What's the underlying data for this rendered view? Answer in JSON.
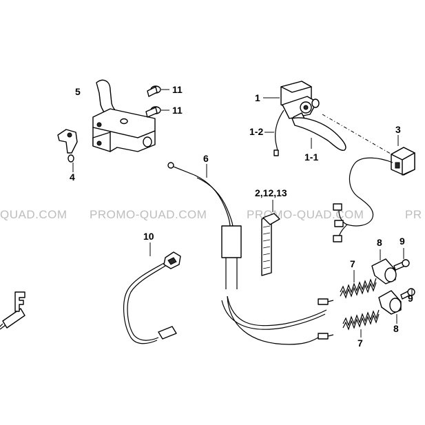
{
  "watermark": {
    "segments": [
      "QUAD.COM",
      "PROMO-QUAD.COM",
      "PROMO-QUAD.COM",
      "PR"
    ]
  },
  "labels": {
    "p1": "1",
    "p1_1": "1-1",
    "p1_2": "1-2",
    "p2_12_13": "2,12,13",
    "p3": "3",
    "p4": "4",
    "p5": "5",
    "p6": "6",
    "p7a": "7",
    "p7b": "7",
    "p8a": "8",
    "p8b": "8",
    "p9a": "9",
    "p9b": "9",
    "p10": "10",
    "p11a": "11",
    "p11b": "11"
  },
  "orientation_marker": {
    "letter": "F"
  }
}
